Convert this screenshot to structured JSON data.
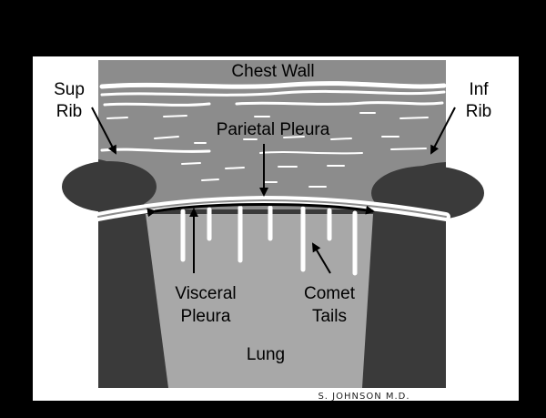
{
  "labels": {
    "chest_wall": "Chest Wall",
    "sup": "Sup",
    "rib_left": "Rib",
    "inf": "Inf",
    "rib_right": "Rib",
    "parietal_pleura": "Parietal Pleura",
    "visceral": "Visceral",
    "pleura": "Pleura",
    "comet": "Comet",
    "tails": "Tails",
    "lung": "Lung"
  },
  "signature": "S. JOHNSON M.D.",
  "colors": {
    "background": "#000000",
    "panel": "#ffffff",
    "chest_wall": "#8c8c8c",
    "rib_shadow": "#3a3a3a",
    "lung": "#a8a8a8",
    "pleura_line": "#ffffff",
    "arrows": "#000000"
  }
}
